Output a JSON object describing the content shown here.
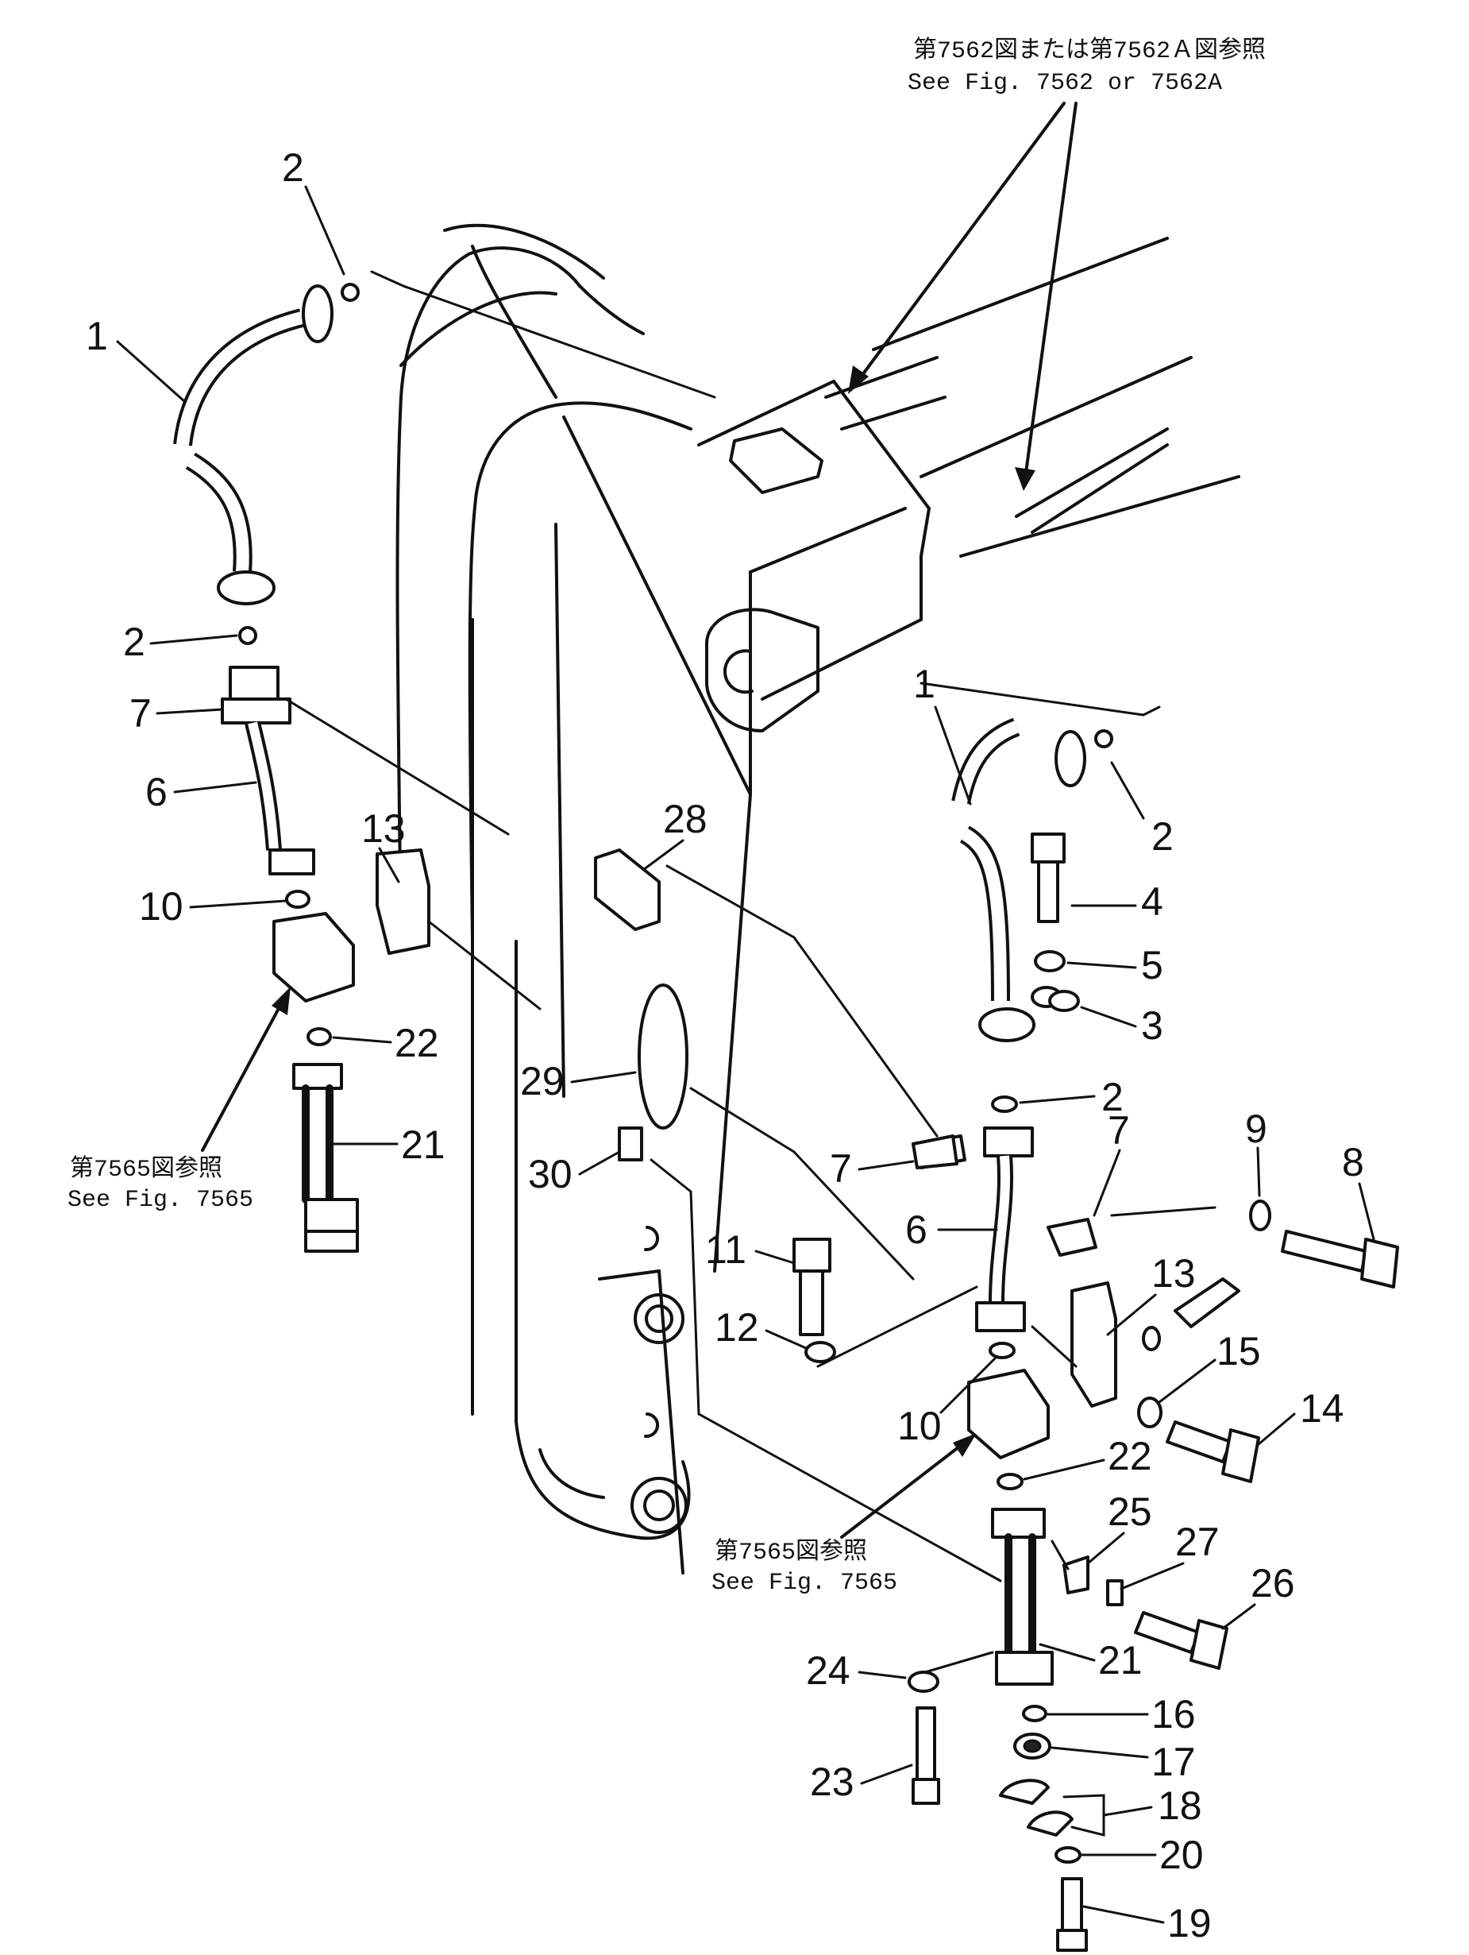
{
  "references": {
    "top_jp": "第7562図または第7562Ａ図参照",
    "top_en": "See  Fig.  7562  or  7562A",
    "left_jp": "第7565図参照",
    "left_en": "See  Fig.  7565",
    "mid_jp": "第7565図参照",
    "mid_en": "See  Fig.  7565"
  },
  "callouts": {
    "c1_left": "1",
    "c2_top": "2",
    "c2_left": "2",
    "c7_left": "7",
    "c6_left": "6",
    "c13_left": "13",
    "c10_left": "10",
    "c22_left": "22",
    "c21_left": "21",
    "c28": "28",
    "c29": "29",
    "c30": "30",
    "c1_right": "1",
    "c2_right": "2",
    "c4": "4",
    "c5": "5",
    "c3": "3",
    "c2_lower": "2",
    "c7_mid": "7",
    "c7_right": "7",
    "c9": "9",
    "c8": "8",
    "c6_right": "6",
    "c11": "11",
    "c12": "12",
    "c13_right": "13",
    "c15": "15",
    "c14": "14",
    "c10_right": "10",
    "c22_right": "22",
    "c25": "25",
    "c27": "27",
    "c26": "26",
    "c24": "24",
    "c21_right": "21",
    "c16": "16",
    "c23": "23",
    "c17": "17",
    "c18": "18",
    "c20": "20",
    "c19": "19"
  }
}
